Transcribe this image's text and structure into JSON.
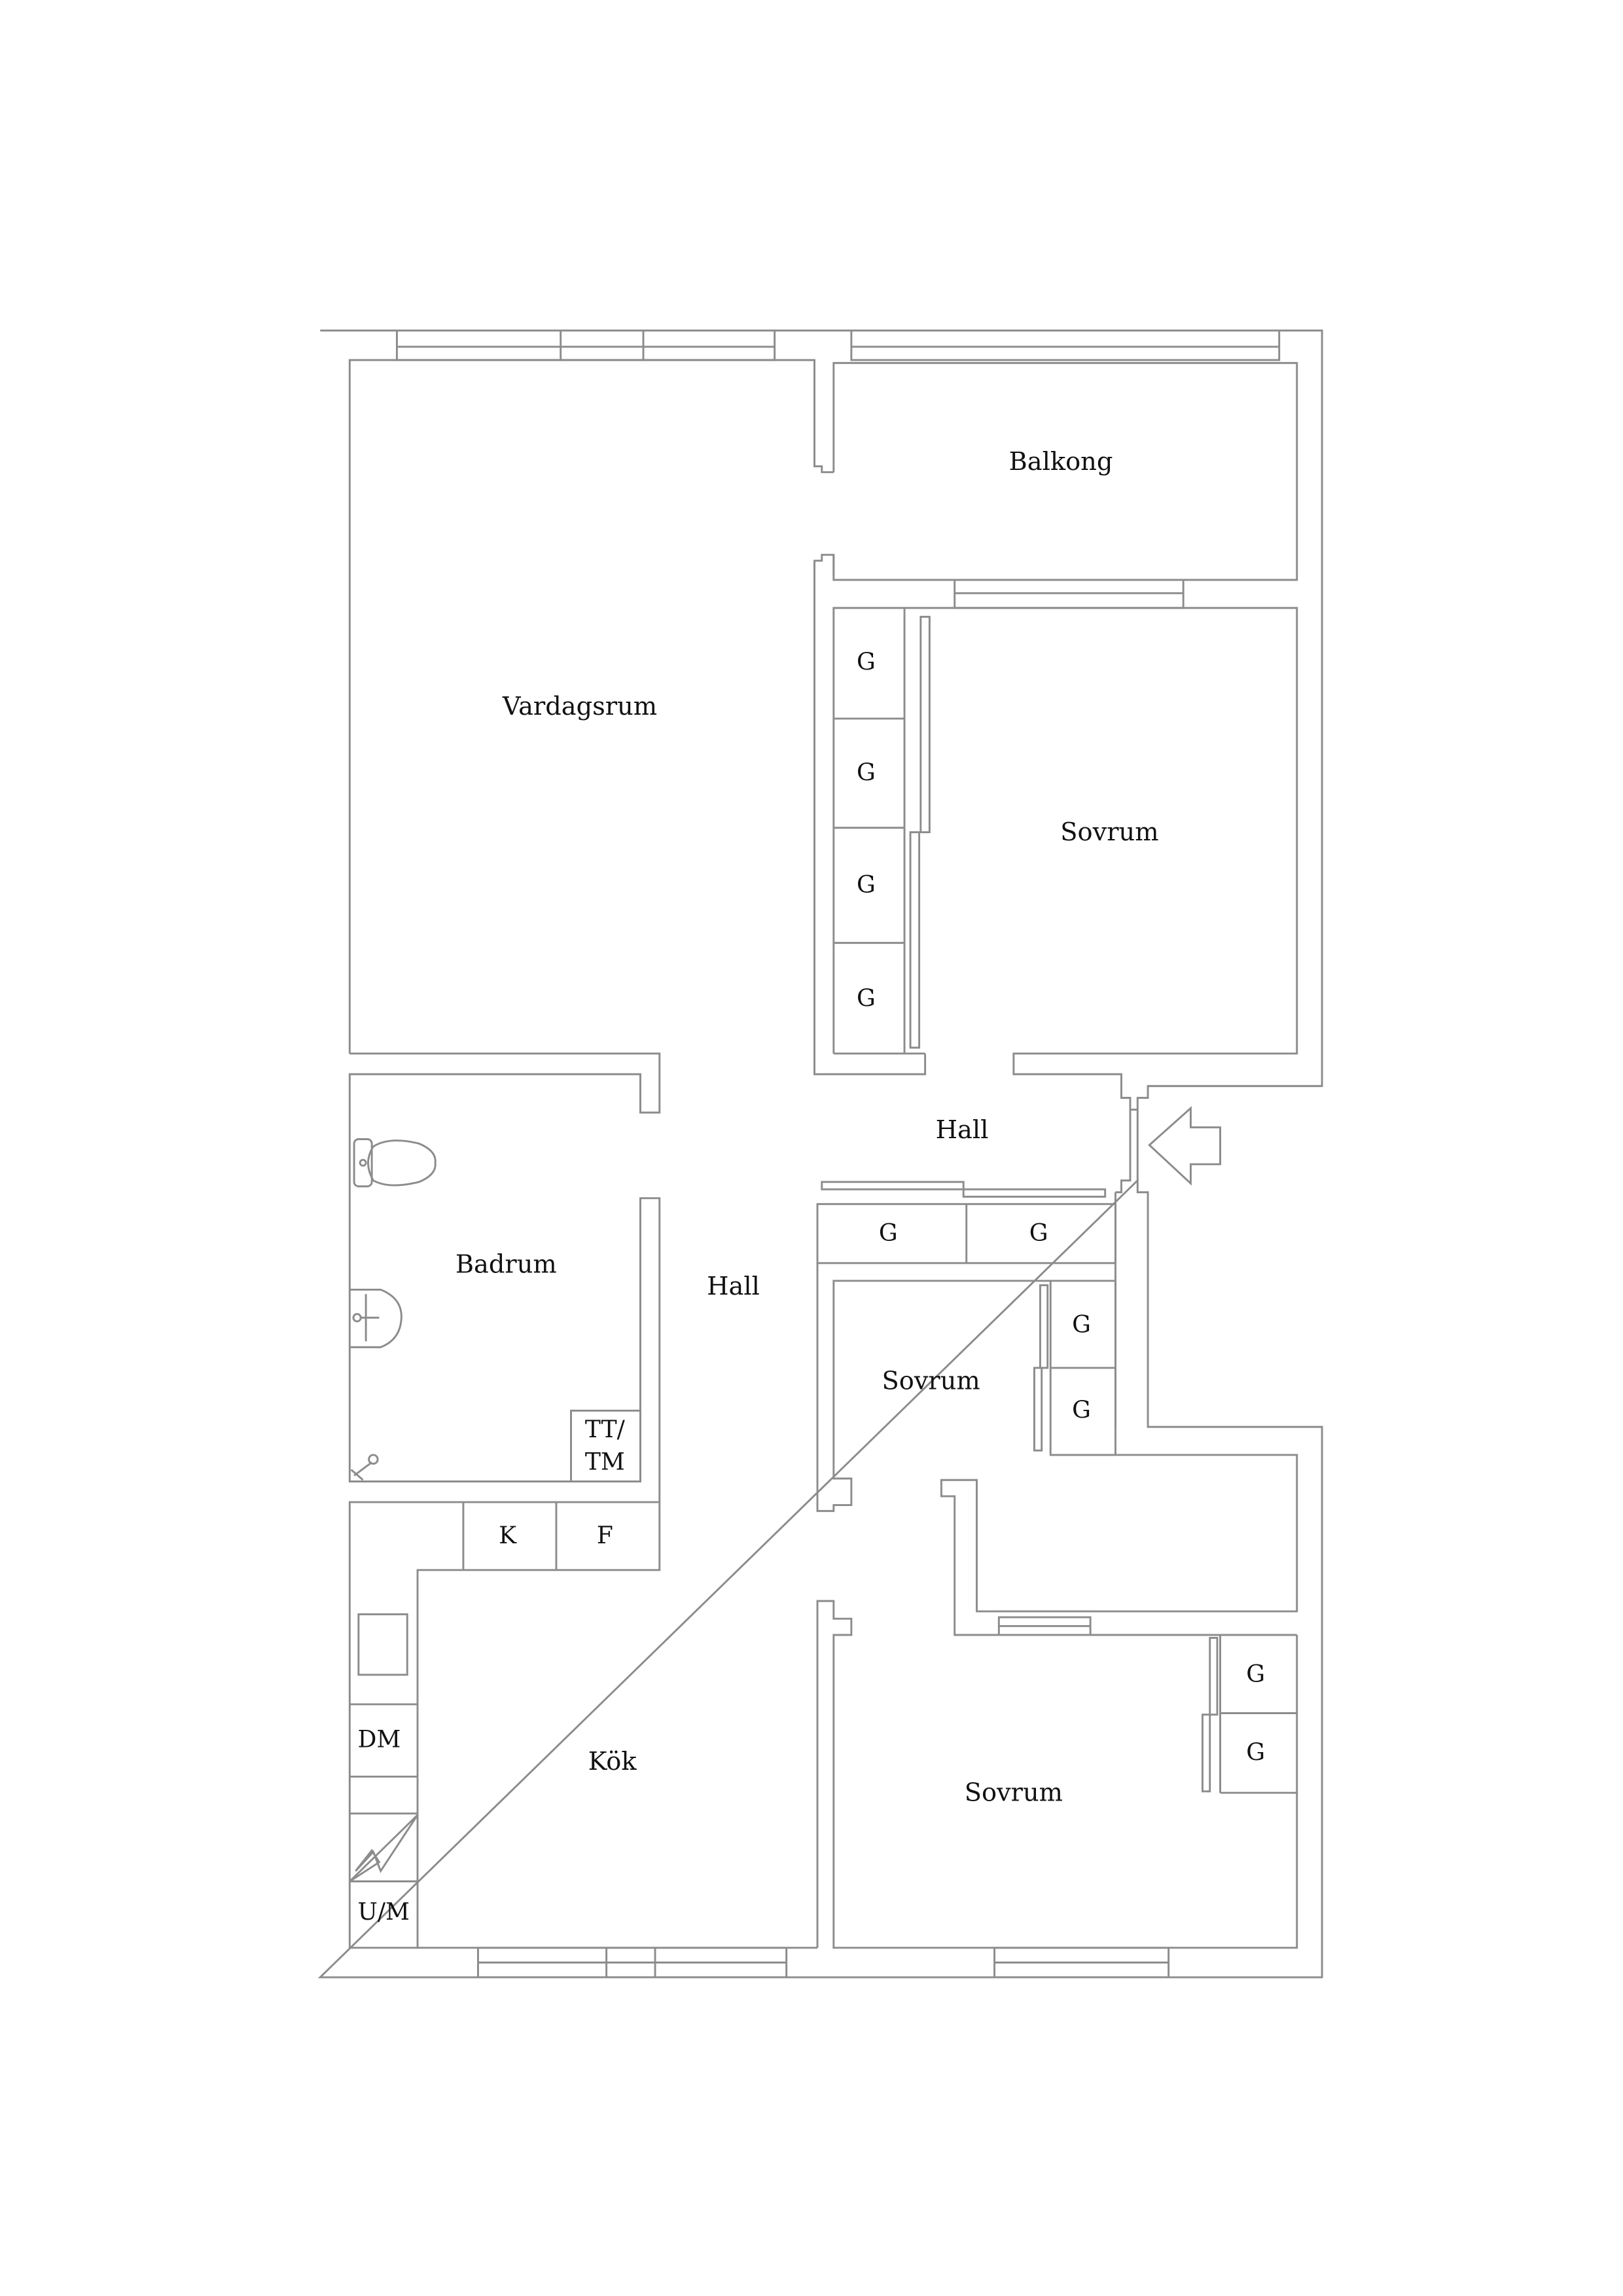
{
  "plan": {
    "rooms": {
      "vardagsrum": "Vardagsrum",
      "balkong": "Balkong",
      "sovrum_1": "Sovrum",
      "sovrum_2": "Sovrum",
      "sovrum_3": "Sovrum",
      "hall_1": "Hall",
      "hall_2": "Hall",
      "badrum": "Badrum",
      "kok": "Kök"
    },
    "fixtures": {
      "wardrobe_label": "G",
      "tt_tm_line1": "TT/",
      "tt_tm_line2": "TM",
      "kyl": "K",
      "frys": "F",
      "diskmaskin": "DM",
      "ugn_micro": "U/M"
    },
    "icons": [
      "entrance-arrow-icon",
      "toilet-icon",
      "sink-icon",
      "shower-icon",
      "stove-icon"
    ],
    "colors": {
      "walls": "#8c8c8c",
      "text": "#111111",
      "background": "#ffffff"
    }
  }
}
